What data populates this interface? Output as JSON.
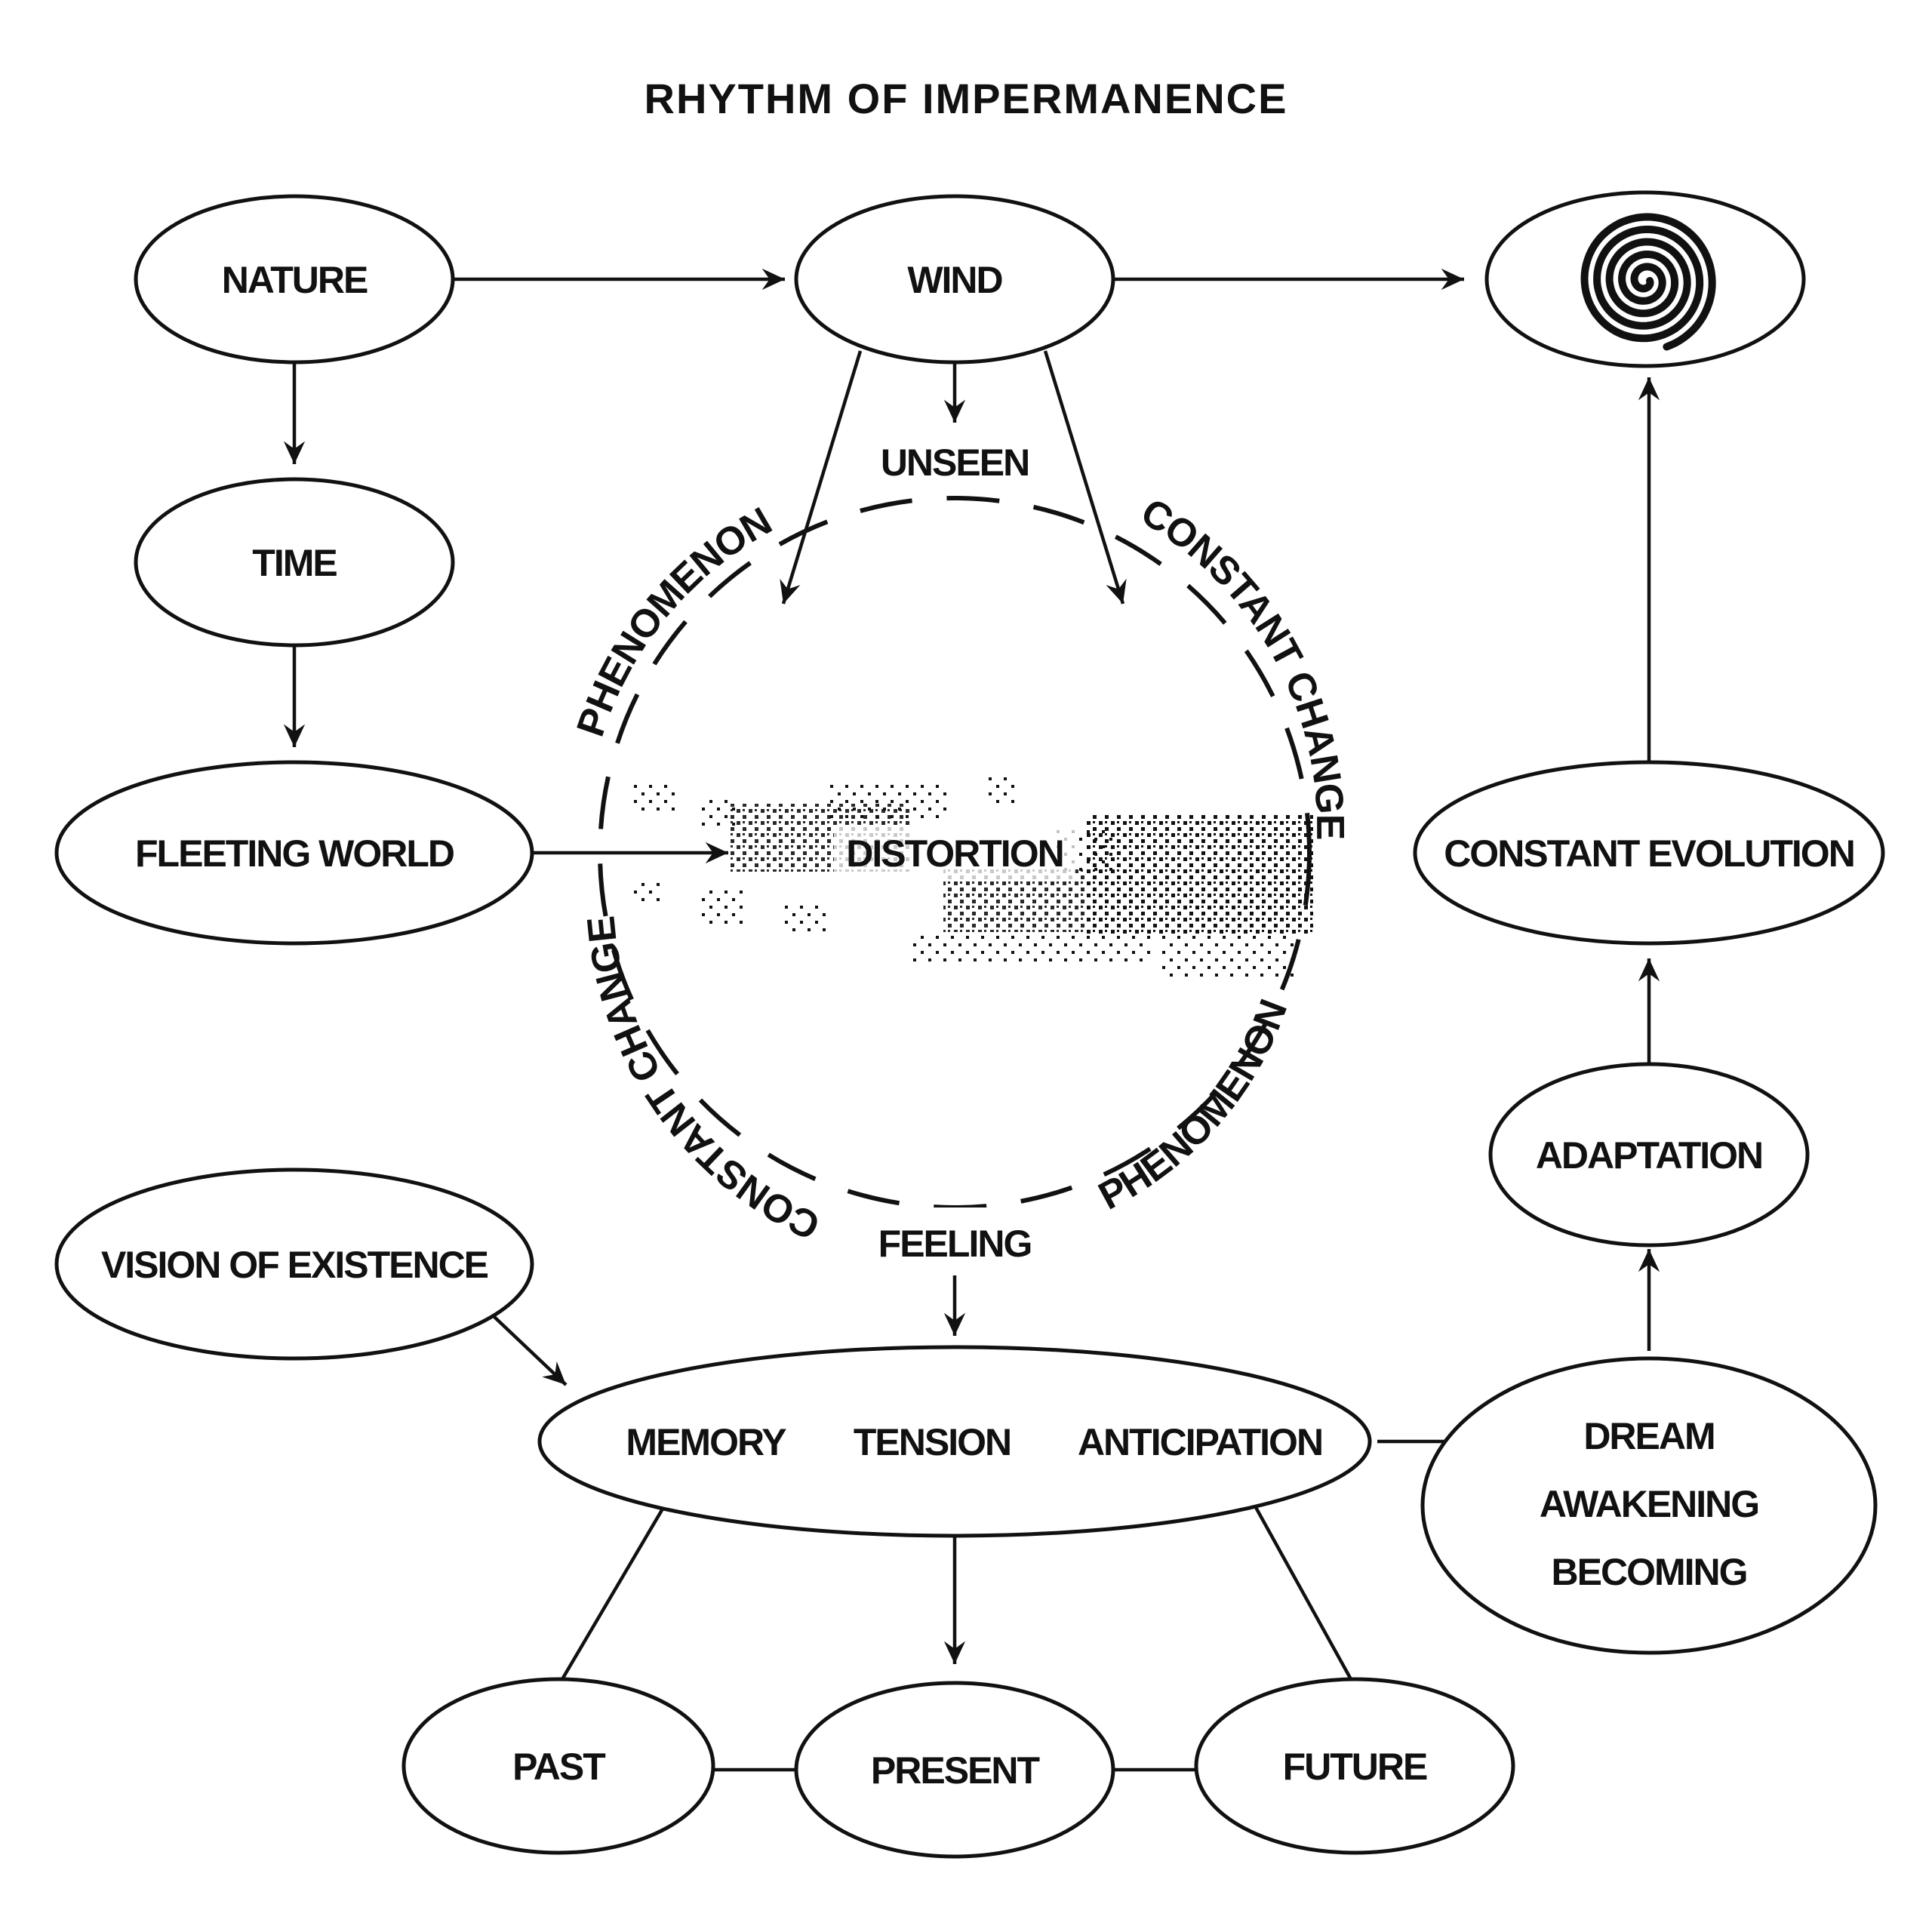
{
  "title": "RHYTHM OF IMPERMANENCE",
  "nodes": {
    "nature": "NATURE",
    "wind": "WIND",
    "spiral_icon": "spiral-icon",
    "time": "TIME",
    "fleeting_world": "FLEETING WORLD",
    "distortion": "DISTORTION",
    "constant_evolution": "CONSTANT EVOLUTION",
    "adaptation": "ADAPTATION",
    "vision_of_existence": "VISION OF EXISTENCE",
    "memory": "MEMORY",
    "tension": "TENSION",
    "anticipation": "ANTICIPATION",
    "dream": "DREAM",
    "awakening": "AWAKENING",
    "becoming": "BECOMING",
    "past": "PAST",
    "present": "PRESENT",
    "future": "FUTURE"
  },
  "circle_labels": {
    "unseen": "UNSEEN",
    "feeling": "FEELING",
    "phenomenon_top": "PHENOMENON",
    "constant_change_right": "CONSTANT CHANGE",
    "phenomenon_bottom": "PHENOMENON",
    "constant_change_left": "CONSTANT CHANGE"
  },
  "colors": {
    "ink": "#111111",
    "background": "#ffffff"
  }
}
